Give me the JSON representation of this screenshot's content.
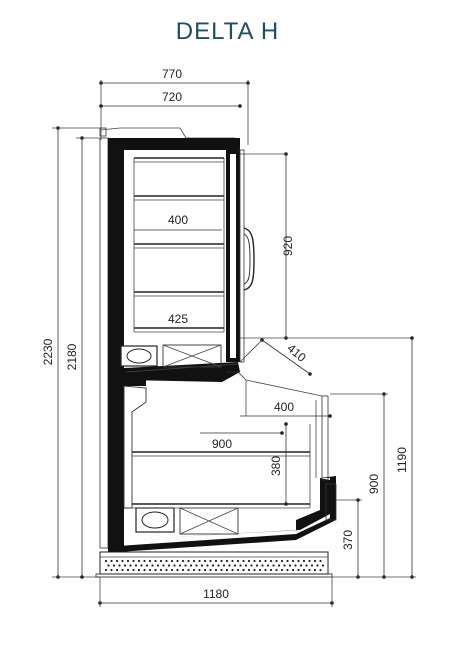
{
  "title": "DELTA H",
  "dimensions": {
    "width_770": "770",
    "width_720": "720",
    "height_2230": "2230",
    "height_2180": "2180",
    "shelf_400_top": "400",
    "shelf_425": "425",
    "height_920": "920",
    "diag_410": "410",
    "depth_400": "400",
    "shelf_900": "900",
    "height_380": "380",
    "height_900": "900",
    "height_1190": "1190",
    "height_370": "370",
    "width_1180": "1180"
  },
  "colors": {
    "title": "#1d4f5e",
    "cabinet": "#111111"
  }
}
